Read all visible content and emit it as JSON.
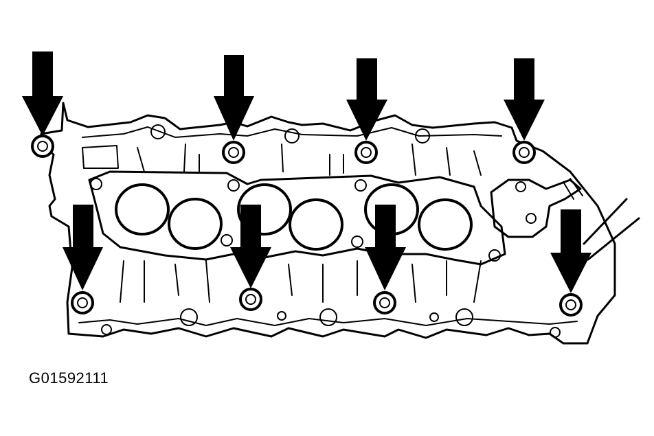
{
  "figure": {
    "caption": "G01592111",
    "description_icons": [
      "bolt-icon",
      "arrow-down-icon"
    ],
    "bolt_count": 8,
    "intake_port_count": 6,
    "colors": {
      "line": "#000000",
      "background": "#ffffff"
    }
  }
}
